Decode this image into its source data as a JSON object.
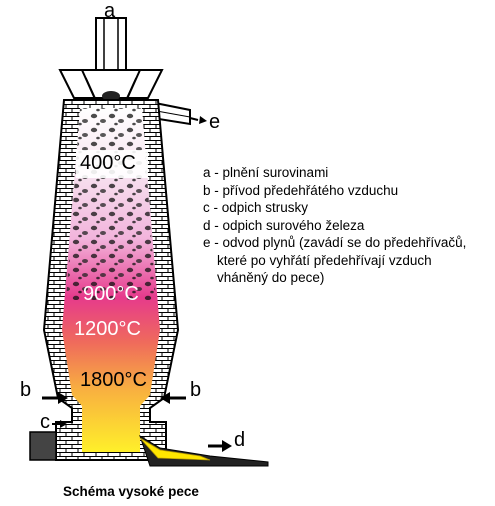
{
  "labels": {
    "a": "a",
    "b_left": "b",
    "b_right": "b",
    "c": "c",
    "d": "d",
    "e": "e"
  },
  "temperatures": [
    "400°C",
    "900°C",
    "1200°C",
    "1800°C"
  ],
  "legend": {
    "a": "a - plnění surovinami",
    "b": "b - přívod předehřátého vzduchu",
    "c": "c - odpich strusky",
    "d": "d - odpich surového železa",
    "e_line1": "e - odvod plynů (zavádí se do předehřívačů,",
    "e_line2": "které po vyhřátí předehřívají vzduch",
    "e_line3": "vháněný do pece)"
  },
  "caption": "Schéma vysoké pece",
  "colors": {
    "brick": "#ffffff",
    "mortar": "#000000",
    "top_zone": "#ffffff",
    "upper_gradient": "#f2c2e6",
    "hot_magenta": "#e0207a",
    "hot_orange": "#f48a40",
    "molten_yellow": "#ffee22"
  }
}
